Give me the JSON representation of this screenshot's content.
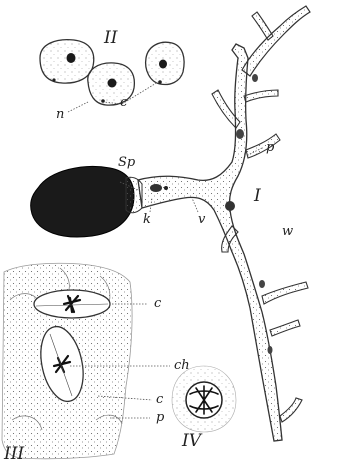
{
  "figure": {
    "panels": {
      "I": "I",
      "II": "II",
      "III": "III",
      "IV": "IV"
    },
    "labels": {
      "Sp": "Sp",
      "k": "k",
      "v": "v",
      "p_hypha": "p",
      "w": "w",
      "n": "n",
      "c_cells": "c",
      "c_upper": "c",
      "ch": "ch",
      "c_lower": "c",
      "p_lower": "p"
    }
  }
}
